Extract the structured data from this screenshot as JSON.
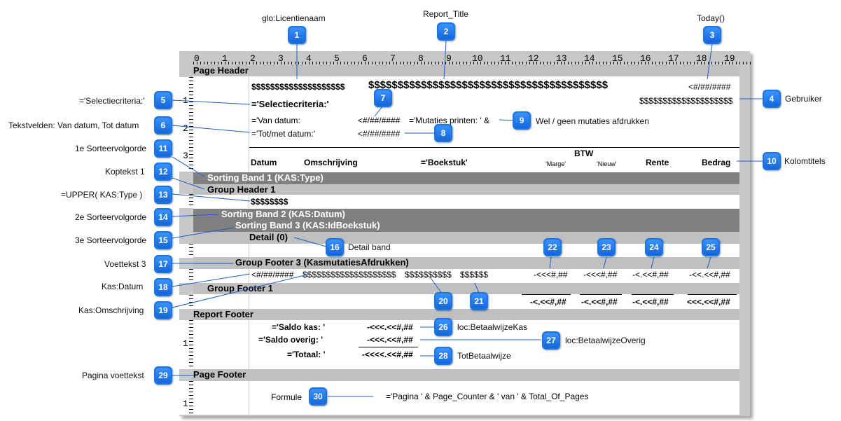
{
  "ruler_numbers": [
    "0",
    "1",
    "2",
    "3",
    "4",
    "5",
    "6",
    "7",
    "8",
    "9",
    "10",
    "11",
    "12",
    "13",
    "14",
    "15",
    "16",
    "17",
    "18",
    "19"
  ],
  "left_ruler_numbers": [
    "1",
    "2",
    "3",
    "1",
    "1"
  ],
  "bands": {
    "page_header": "Page Header",
    "sorting1": "Sorting Band 1 (KAS:Type)",
    "group_header1": "Group Header 1",
    "sorting2": "Sorting Band 2 (KAS:Datum)",
    "sorting3": "Sorting Band 3 (KAS:IdBoekstuk)",
    "detail": "Detail (0)",
    "group_footer3": "Group Footer 3 (KasmutatiesAfdrukken)",
    "group_footer1": "Group Footer 1",
    "report_footer": "Report Footer",
    "page_footer": "Page Footer"
  },
  "fields": {
    "licentienaam": "$$$$$$$$$$$$$$$$$$$$",
    "report_title": "$$$$$$$$$$$$$$$$$$$$$$$$$$$$$$$$$$$$$$$$$",
    "today": "<#/##/####",
    "gebruiker": "$$$$$$$$$$$$$$$$$$$$",
    "selectiecriteria": "='Selectiecriteria:'",
    "van_datum_label": "='Van datum:",
    "van_datum_value": "<#/##/####",
    "mutaties": "='Mutaties printen: ' &",
    "totmet_label": "='Tot/met datum:'",
    "totmet_value": "<#/##/####",
    "col_datum": "Datum",
    "col_omschrijving": "Omschrijving",
    "col_boekstuk": "='Boekstuk'",
    "col_btw": "BTW",
    "col_marge": "'Marge'",
    "col_nieuw": "'Nieuw'",
    "col_rente": "Rente",
    "col_bedrag": "Bedrag",
    "upper_type": "$$$$$$$$",
    "gf3_datum": "<#/##/####",
    "gf3_omschrijving": "$$$$$$$$$$$$$$$$$$$$",
    "gf3_f20": "$$$$$$$$$$",
    "gf3_f21": "$$$$$$",
    "gf3_v22": "-<<<#,##",
    "gf3_v23": "-<<<#,##",
    "gf3_v24": "-<.<<#,##",
    "gf3_v25": "-<<.<<#,##",
    "gf1_v22": "-<.<<#,##",
    "gf1_v23": "-<.<<#,##",
    "gf1_v24": "-<.<<#,##",
    "gf1_v25": "<<<.<<#,##",
    "saldo_kas_label": "='Saldo kas: '",
    "saldo_kas_value": "-<<<.<<#,##",
    "saldo_overig_label": "='Saldo overig: '",
    "saldo_overig_value": "-<<<.<<#,##",
    "totaal_label": "='Totaal: '",
    "totaal_value": "-<<<<.<<#,##",
    "formule_label": "Formule",
    "pagina_formula": "='Pagina ' & Page_Counter & ' van ' & Total_Of_Pages"
  },
  "annotations": {
    "a1": "glo:Licentienaam",
    "a2": "Report_Title",
    "a3": "Today()",
    "a4": "Gebruiker",
    "a5": "='Selectiecriteria:'",
    "a6": "Tekstvelden: Van datum, Tot datum",
    "a9": "Wel / geen mutaties afdrukken",
    "a10": "Kolomtitels",
    "a11": "1e Sorteervolgorde",
    "a12": "Koptekst 1",
    "a13": "=UPPER( KAS:Type )",
    "a14": "2e Sorteervolgorde",
    "a15": "3e Sorteervolgorde",
    "a16": "Detail band",
    "a17": "Voettekst 3",
    "a18": "Kas:Datum",
    "a19": "Kas:Omschrijving",
    "a26": "loc:BetaalwijzeKas",
    "a27": "loc:BetaalwijzeOverig",
    "a28": "TotBetaalwijze",
    "a29": "Pagina voettekst"
  },
  "badges": [
    "1",
    "2",
    "3",
    "4",
    "5",
    "6",
    "7",
    "8",
    "9",
    "10",
    "11",
    "12",
    "13",
    "14",
    "15",
    "16",
    "17",
    "18",
    "19",
    "20",
    "21",
    "22",
    "23",
    "24",
    "25",
    "26",
    "27",
    "28",
    "29",
    "30"
  ],
  "colors": {
    "badge": "#1976e8",
    "band_light": "#c0c0c0",
    "band_dark": "#808080",
    "ruler": "#c8c8c8"
  }
}
